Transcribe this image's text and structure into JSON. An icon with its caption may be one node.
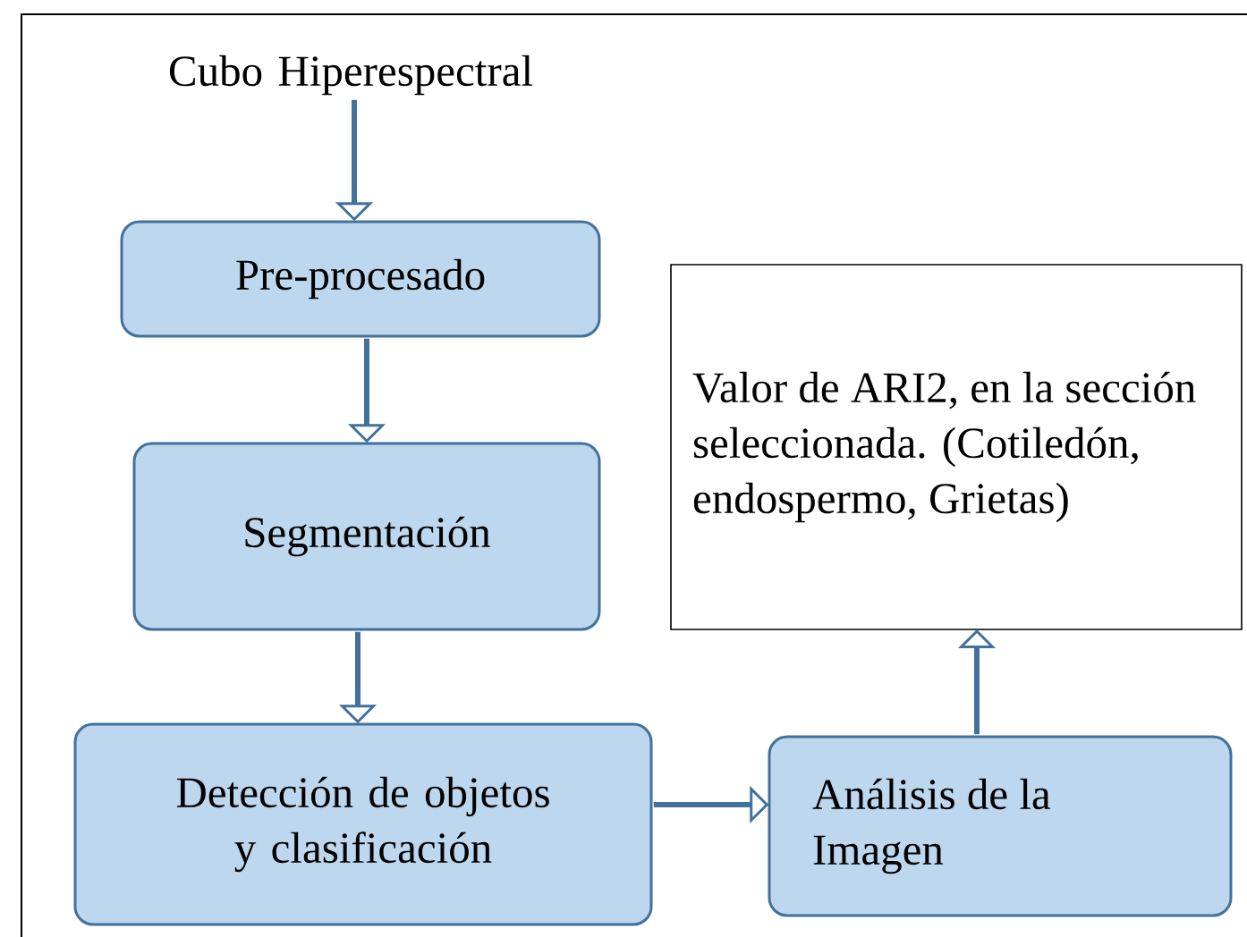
{
  "diagram": {
    "nodes": [
      {
        "text": [
          "Cubo Hiperespectral"
        ]
      },
      {
        "text": [
          "Pre-procesado"
        ]
      },
      {
        "text": [
          "Segmentación"
        ]
      },
      {
        "text": [
          "Detección de objetos y clasificación"
        ]
      },
      {
        "text": [
          "Análisis de la Imagen"
        ]
      },
      {
        "text": [
          "Valor de ARI2, en la sección seleccionada. (Cotiledón, endospermo, Grietas)"
        ]
      }
    ],
    "edges": [
      {
        "from": 0,
        "to": 1,
        "arrow": "to"
      },
      {
        "from": 1,
        "to": 2,
        "arrow": "to"
      },
      {
        "from": 2,
        "to": 3,
        "arrow": "to"
      },
      {
        "from": 3,
        "to": 4,
        "arrow": "to"
      },
      {
        "from": 4,
        "to": 5,
        "arrow": "to"
      }
    ]
  }
}
